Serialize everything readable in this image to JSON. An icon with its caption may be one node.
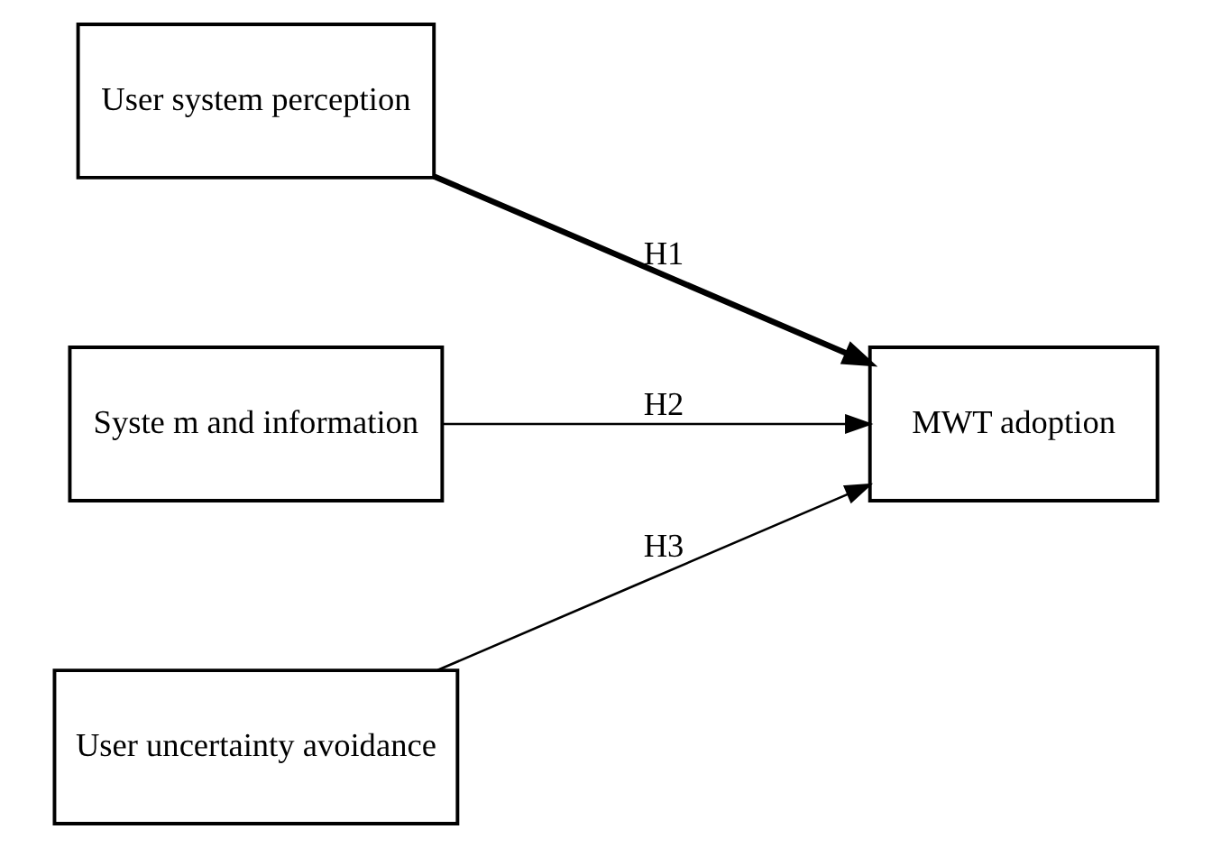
{
  "diagram": {
    "nodes": [
      {
        "text": [
          "User system perception"
        ]
      },
      {
        "text": [
          "Syste m and information"
        ]
      },
      {
        "text": [
          "User uncertainty avoidance"
        ]
      },
      {
        "text": [
          "MWT adoption"
        ]
      }
    ],
    "edges": [
      {
        "from": 0,
        "to": 3,
        "arrow": "to",
        "label": "H1",
        "style": "thick"
      },
      {
        "from": 1,
        "to": 3,
        "arrow": "to",
        "label": "H2"
      },
      {
        "from": 2,
        "to": 3,
        "arrow": "to",
        "label": "H3"
      }
    ]
  }
}
